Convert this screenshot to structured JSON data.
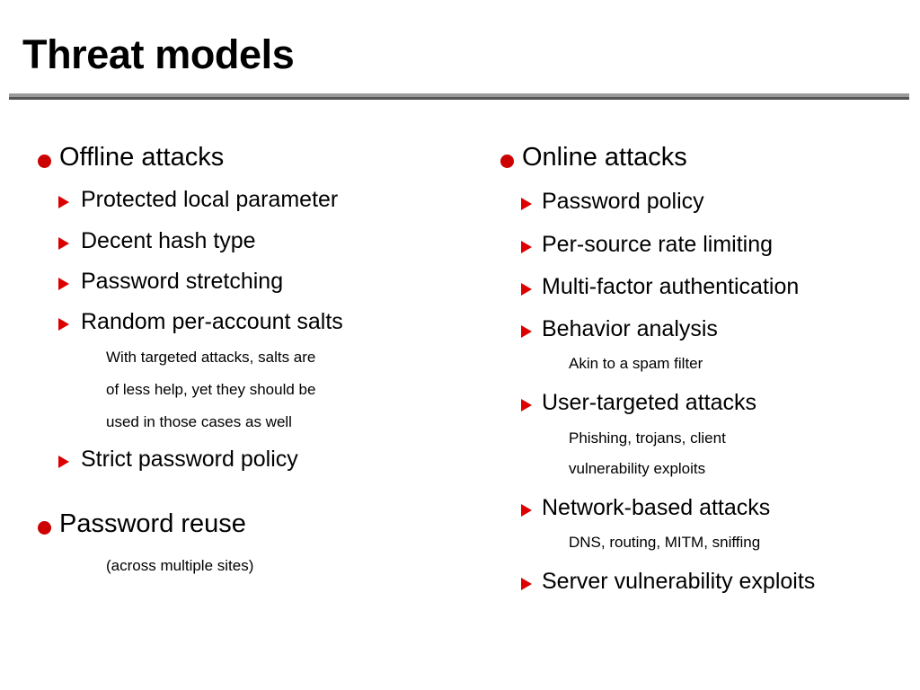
{
  "slide": {
    "title": "Threat models",
    "accent_color": "#cc0000",
    "rule_light_color": "#9a9a9a",
    "rule_dark_color": "#555555",
    "background_color": "#ffffff",
    "text_color": "#000000"
  },
  "left_column": {
    "section1": {
      "heading": "Offline attacks",
      "items": [
        {
          "text": "Protected local parameter"
        },
        {
          "text": "Decent hash type"
        },
        {
          "text": "Password stretching"
        },
        {
          "text": "Random per-account salts"
        }
      ],
      "notes_after_item4": [
        "With targeted attacks, salts are",
        "of less help, yet they should be",
        "used in those cases as well"
      ],
      "item_last": "Strict password policy"
    },
    "section2": {
      "heading": "Password reuse",
      "note": "(across multiple sites)"
    }
  },
  "right_column": {
    "section1": {
      "heading": "Online attacks",
      "items": [
        {
          "text": "Password policy",
          "notes": []
        },
        {
          "text": "Per-source rate limiting",
          "notes": []
        },
        {
          "text": "Multi-factor authentication",
          "notes": []
        },
        {
          "text": "Behavior analysis",
          "notes": [
            "Akin to a spam filter"
          ]
        },
        {
          "text": "User-targeted attacks",
          "notes": [
            "Phishing, trojans, client",
            "vulnerability exploits"
          ]
        },
        {
          "text": "Network-based attacks",
          "notes": [
            "DNS, routing, MITM, sniffing"
          ]
        },
        {
          "text": "Server vulnerability exploits",
          "notes": []
        }
      ]
    }
  }
}
